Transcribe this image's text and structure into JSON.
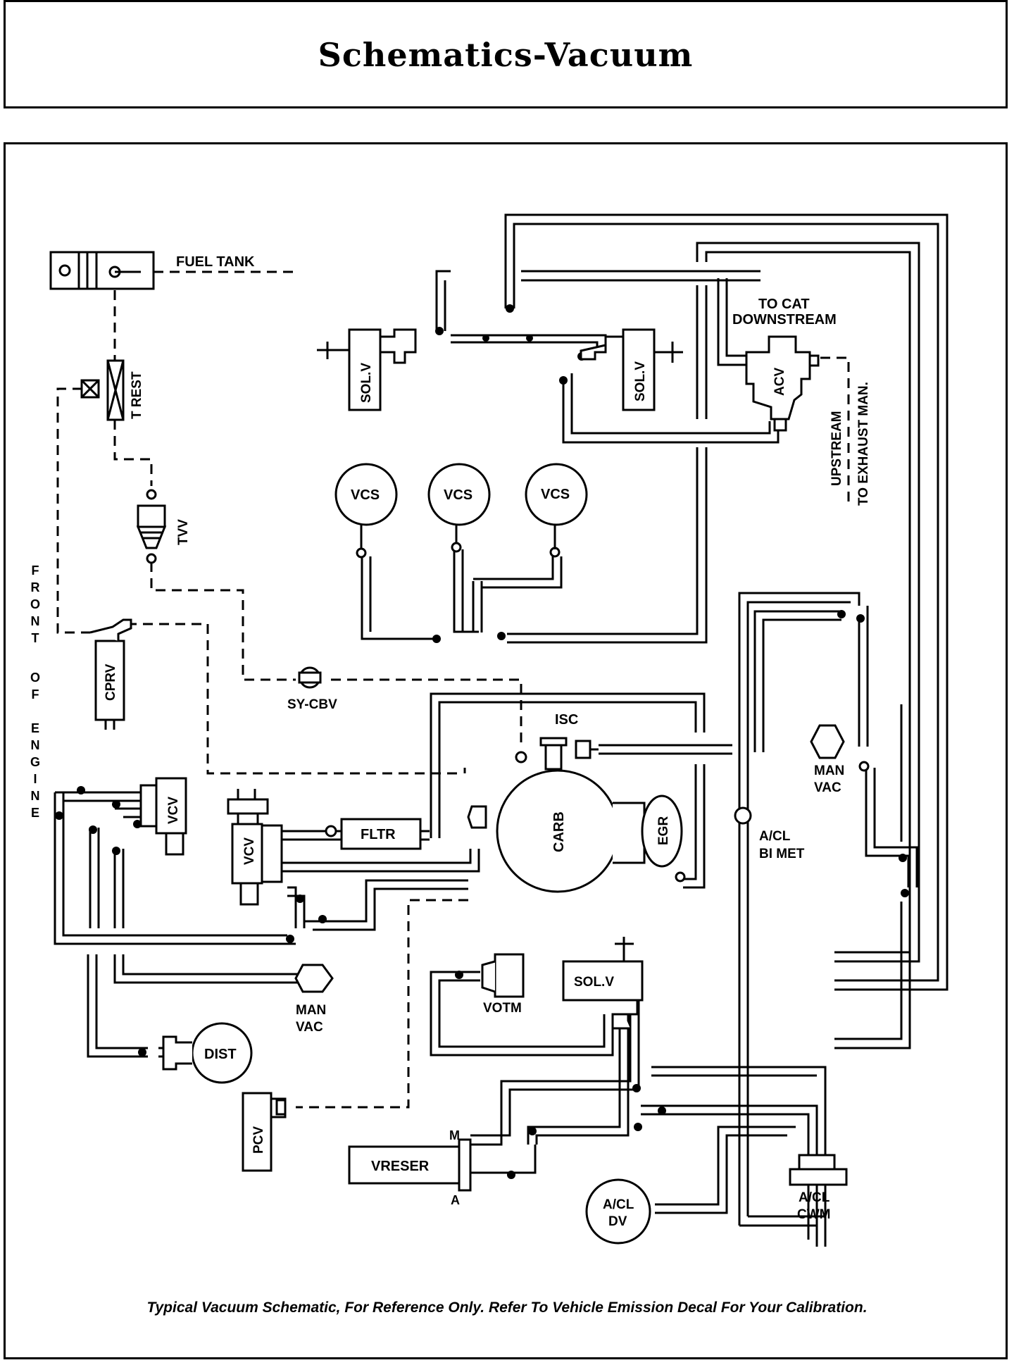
{
  "title": "Schematics-Vacuum",
  "caption": "Typical Vacuum Schematic, For Reference Only. Refer To Vehicle Emission Decal For Your Calibration.",
  "labels": {
    "fuel_tank": "FUEL TANK",
    "t_rest": "T REST",
    "tvv": "TVV",
    "front_of_engine": [
      "F",
      "R",
      "O",
      "N",
      "T",
      "",
      "O",
      "F",
      "",
      "E",
      "N",
      "G",
      "I",
      "N",
      "E"
    ],
    "cprv": "CPRV",
    "sy_cbv": "SY-CBV",
    "sol_v_left": "SOL.V",
    "sol_v_right": "SOL.V",
    "sol_v_lower": "SOL.V",
    "to_cat_downstream": [
      "TO CAT",
      "DOWNSTREAM"
    ],
    "acv": "ACV",
    "upstream_exhaust": [
      "UPSTREAM",
      "TO EXHAUST MAN."
    ],
    "vcs_1": "VCS",
    "vcs_2": "VCS",
    "vcs_3": "VCS",
    "isc": "ISC",
    "carb": "CARB",
    "egr": "EGR",
    "fltr": "FLTR",
    "vcv_upper": "VCV",
    "vcv_lower": "VCV",
    "man_vac_right": [
      "MAN",
      "VAC"
    ],
    "man_vac_left": [
      "MAN",
      "VAC"
    ],
    "a_cl_bi_met": [
      "A/CL",
      "BI MET"
    ],
    "dist": "DIST",
    "votm": "VOTM",
    "pcv": "PCV",
    "vreser": "VRESER",
    "vreser_m": "M",
    "vreser_a": "A",
    "a_cl_dv": [
      "A/CL",
      "DV"
    ],
    "a_cl_cwm": [
      "A/CL",
      "CWM"
    ]
  }
}
